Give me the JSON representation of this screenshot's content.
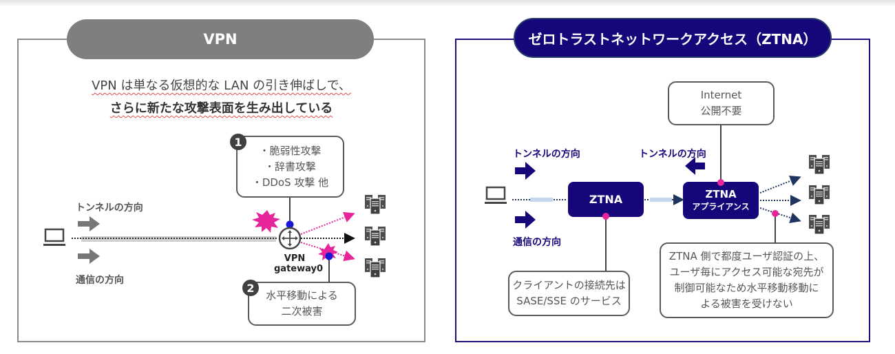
{
  "vpn": {
    "title": "VPN",
    "headline_line1": "VPN は単なる仮想的な LAN の引き伸ばしで、",
    "headline_line2": "さらに新たな攻撃表面を生み出している",
    "tunnel_label": "トンネルの方向",
    "traffic_label": "通信の方向",
    "gateway_label_line1": "VPN",
    "gateway_label_line2": "gateway0",
    "callout1": {
      "number": "1",
      "lines": [
        "・脆弱性攻撃",
        "・辞書攻撃",
        "・DDoS 攻撃 他"
      ]
    },
    "callout2": {
      "number": "2",
      "lines": [
        "水平移動による",
        "二次被害"
      ]
    }
  },
  "ztna": {
    "title": "ゼロトラストネットワークアクセス（ZTNA）",
    "tunnel_label_left": "トンネルの方向",
    "tunnel_label_right": "トンネルの方向",
    "traffic_label": "通信の方向",
    "node1_label": "ZTNA",
    "node2_label_line1": "ZTNA",
    "node2_label_line2": "アプライアンス",
    "internet_box": [
      "Internet",
      "公開不要"
    ],
    "client_box": [
      "クライアントの接続先は",
      "SASE/SSE のサービス"
    ],
    "auth_box": [
      "ZTNA 側で都度ユーザ認証の上、",
      "ユーザ毎にアクセス可能な宛先が",
      "制御可能なため水平移動移動に",
      "よる被害を受けない"
    ]
  },
  "colors": {
    "vpn_gray": "#7f7f7f",
    "ztna_navy": "#15067a",
    "attack_magenta": "#e6259a",
    "marker_blue": "#1a14d6",
    "marker_pink": "#e6259a"
  }
}
